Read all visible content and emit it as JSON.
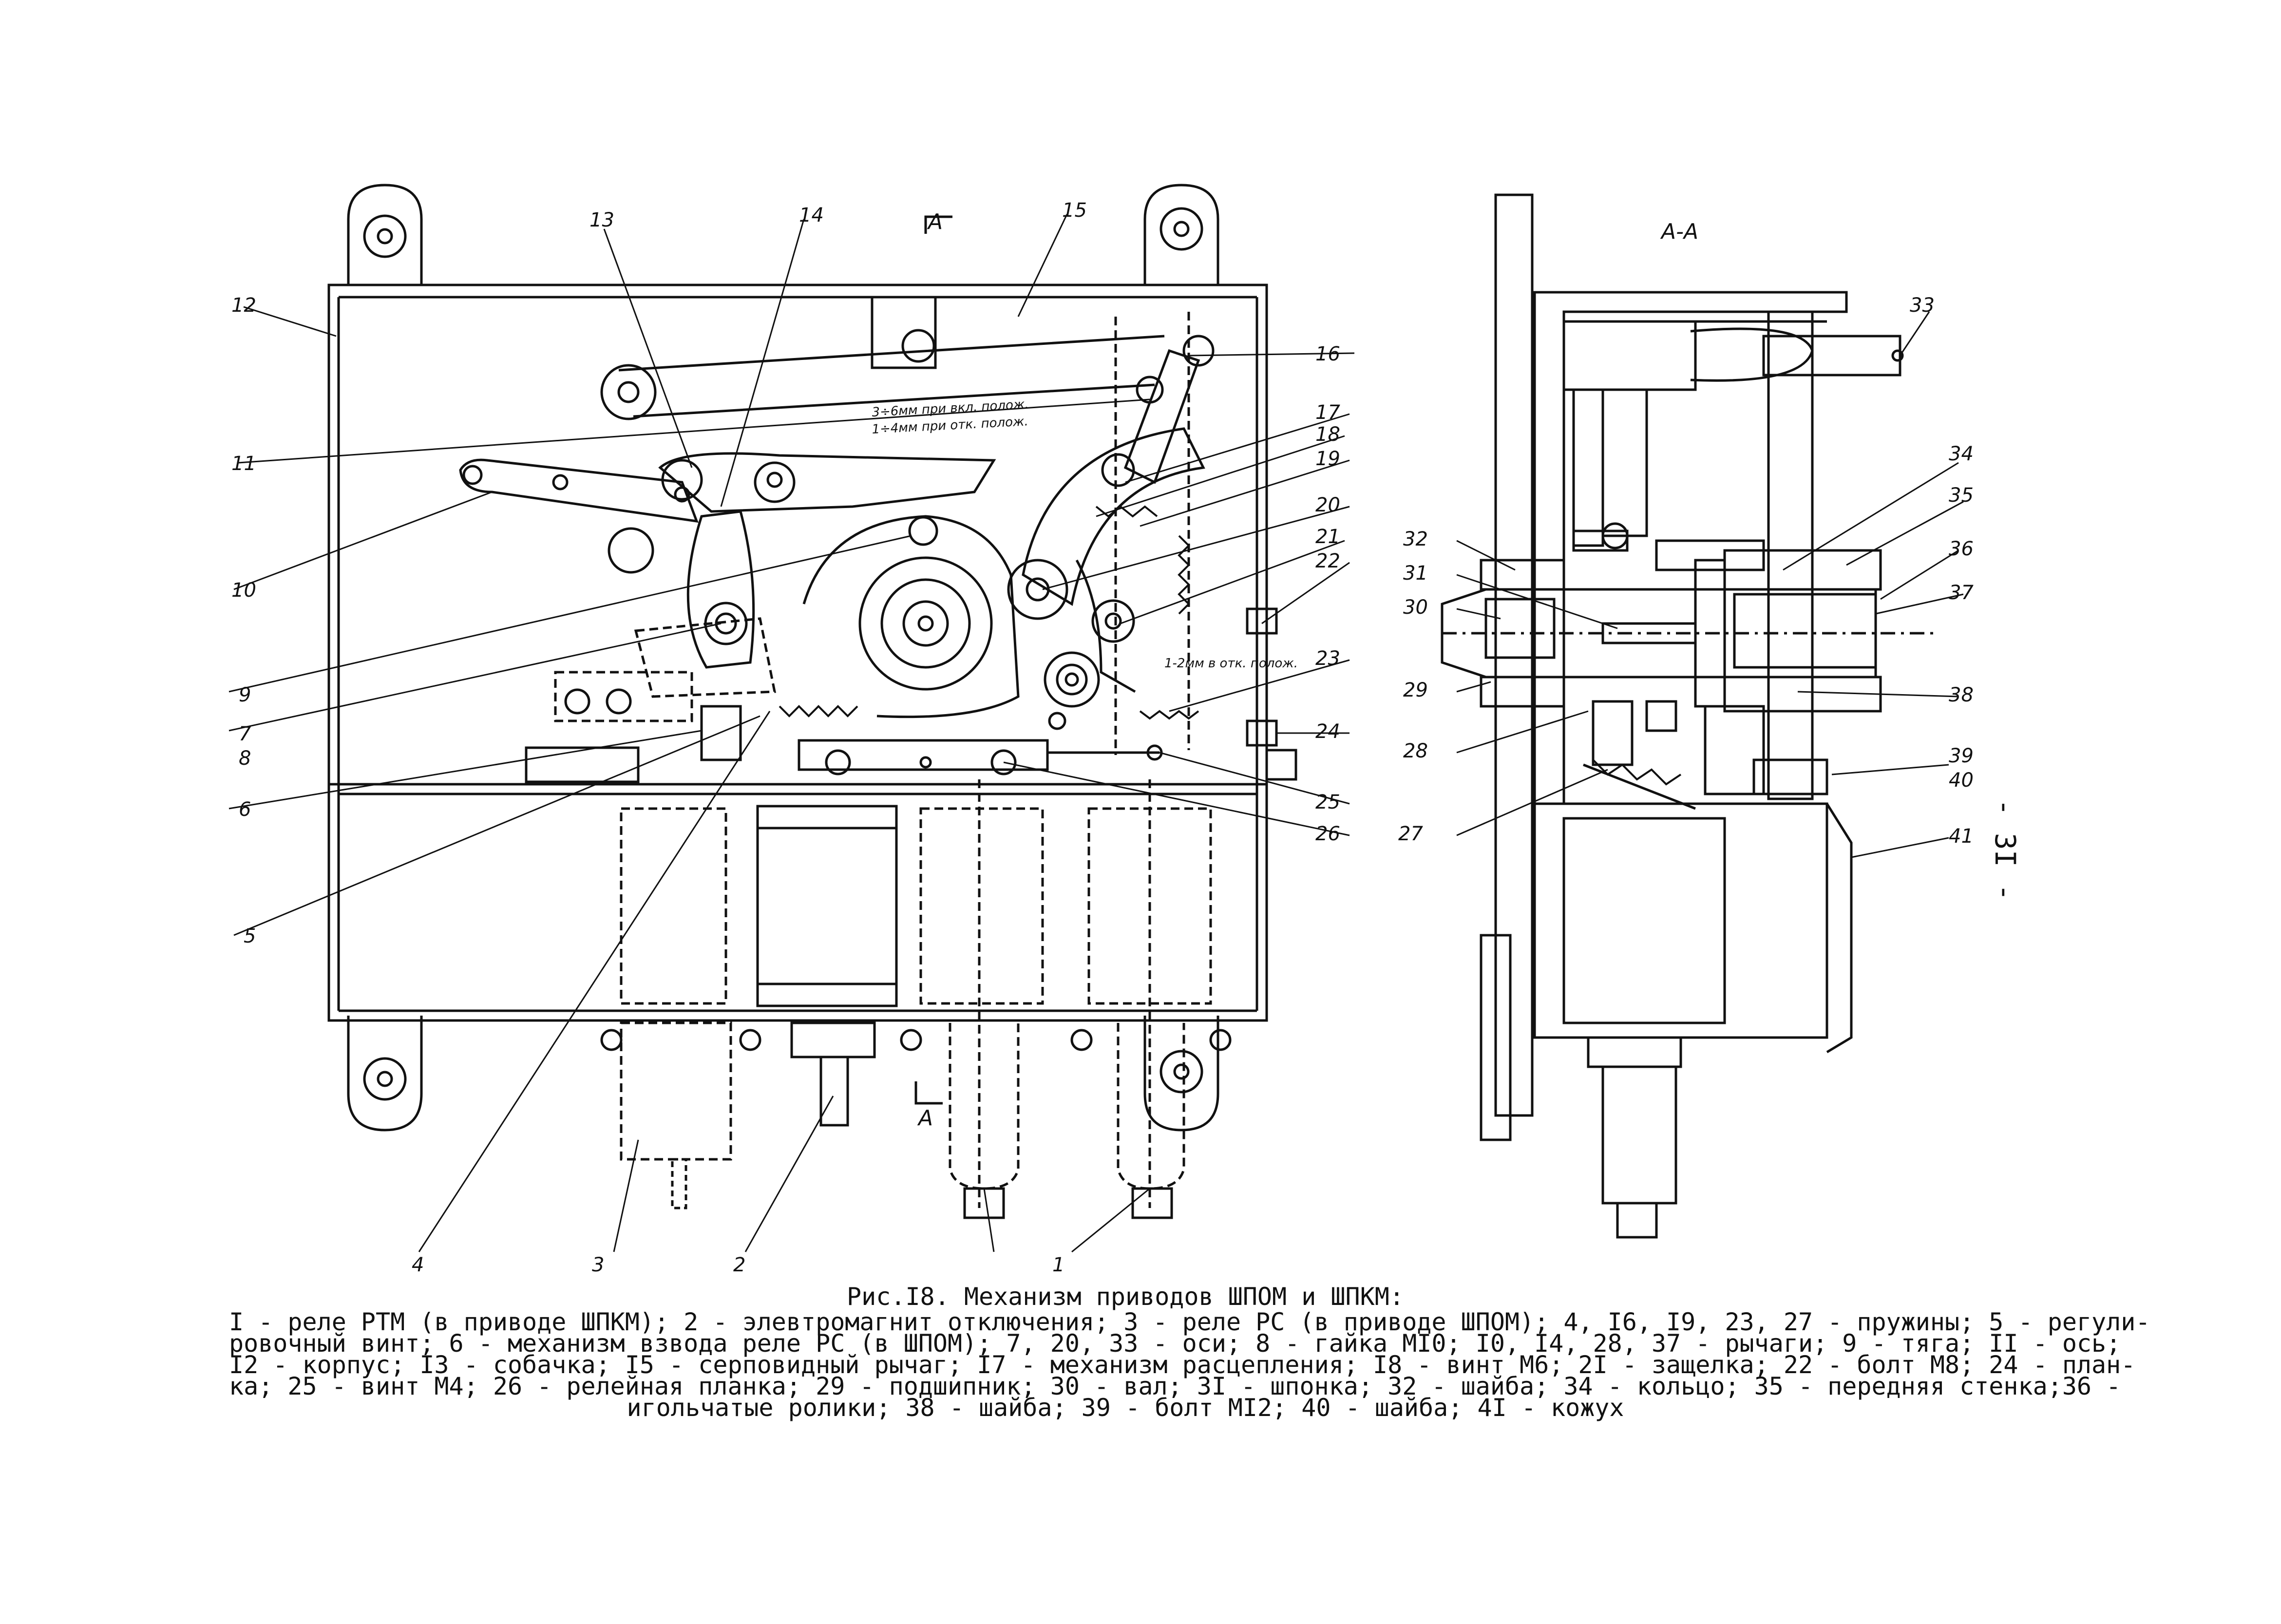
{
  "figure": {
    "section_label": "А-А",
    "cut_marker": "А",
    "page_number": "- 3I -",
    "callouts": [
      "1",
      "2",
      "3",
      "4",
      "5",
      "6",
      "7",
      "8",
      "9",
      "10",
      "11",
      "12",
      "13",
      "14",
      "15",
      "16",
      "17",
      "18",
      "19",
      "20",
      "21",
      "22",
      "23",
      "24",
      "25",
      "26",
      "27",
      "28",
      "29",
      "30",
      "31",
      "32",
      "33",
      "34",
      "35",
      "36",
      "37",
      "38",
      "39",
      "40",
      "41"
    ],
    "notes": {
      "gap_on": "3÷6мм при вкл. полож.",
      "gap_off": "1÷4мм при отк. полож.",
      "gap_small": "1-2мм в отк. полож."
    }
  },
  "caption": {
    "title": "Рис.I8. Механизм приводов ШПОМ и ШПКМ:",
    "lines": [
      "I - реле РТМ (в приводе ШПКМ); 2 - элевтромагнит отключения; 3 - реле РС (в приводе ШПОМ); 4, I6, I9, 23, 27 - пружины; 5 - регули-",
      "ровочный винт; 6 - механизм взвода реле РС (в ШПОМ); 7, 20, 33 - оси; 8 - гайка MI0; I0, I4, 28, 37 - рычаги; 9 - тяга; II - ось;",
      "I2 - корпус; I3 - собачка; I5 - серповидный рычаг; I7 - механизм расцепления; I8 - винт М6; 2I - защелка; 22 - болт М8; 24 - план-",
      "ка; 25 - винт М4; 26 - релейная планка; 29 - подшипник; 30 - вал; 3I - шпонка; 32 - шайба; 34 - кольцо; 35 - передняя стенка;36 -"
    ],
    "last_line": "игольчатые ролики; 38 - шайба; 39 - болт MI2; 40 - шайба; 4I - кожух"
  }
}
